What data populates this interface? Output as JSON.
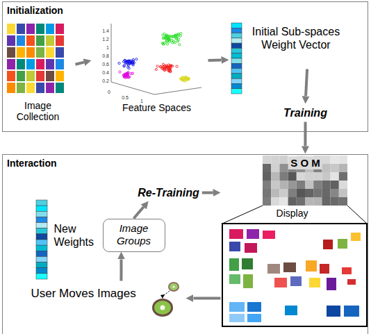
{
  "diagram": {
    "nodes": [
      {
        "text": [
          "Initialization"
        ]
      },
      {
        "text": [
          "Image Collection"
        ],
        "in": 0
      },
      {
        "text": [
          "Feature Spaces"
        ],
        "in": 0
      },
      {
        "text": [
          "Initial Sub-spaces Weight Vector"
        ],
        "in": 0
      },
      {
        "text": [
          "Training"
        ],
        "in": 0
      },
      {
        "text": [
          "Interaction"
        ]
      },
      {
        "text": [
          "S O M",
          "Display"
        ],
        "in": 5
      },
      {
        "text": [
          "Re-Training"
        ],
        "in": 5
      },
      {
        "text": [
          "New Weights"
        ],
        "in": 5
      },
      {
        "text": [
          "Image Groups"
        ],
        "in": 5
      },
      {
        "text": [
          "User Moves Images"
        ],
        "in": 5
      }
    ],
    "edges": [
      {
        "from": 1,
        "to": 2,
        "arrow": "to"
      },
      {
        "from": 2,
        "to": 3,
        "arrow": "to"
      },
      {
        "from": 3,
        "to": 4,
        "arrow": "to"
      },
      {
        "from": 4,
        "to": 6,
        "arrow": "to"
      },
      {
        "from": 7,
        "to": 6,
        "arrow": "to"
      },
      {
        "from": 9,
        "to": 7,
        "arrow": "to"
      },
      {
        "from": 10,
        "to": 9,
        "arrow": "to"
      },
      {
        "from": 6,
        "to": 10,
        "arrow": "to"
      }
    ],
    "labels": [
      "1.4",
      "1.2",
      "1",
      "0.8",
      "0.6",
      "0.4",
      "0.2",
      "0",
      "0.5",
      "1"
    ]
  }
}
